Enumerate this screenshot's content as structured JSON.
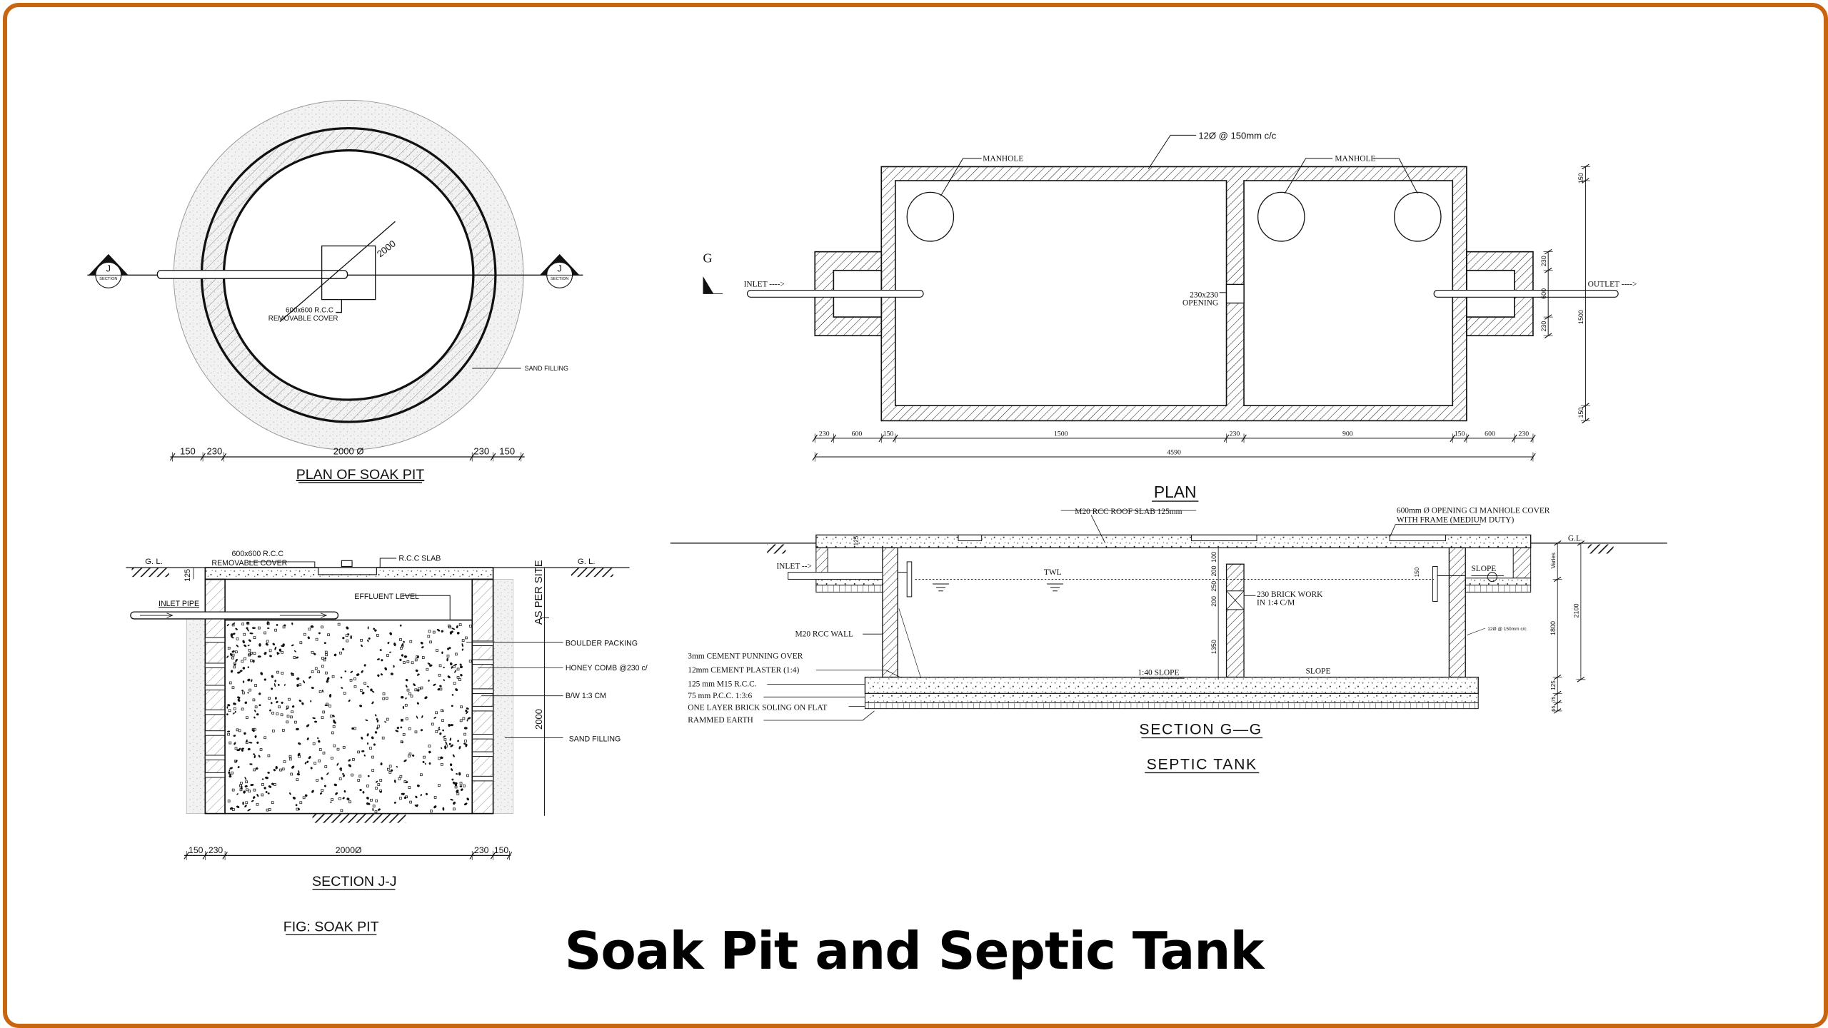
{
  "title": "Soak Pit and Septic Tank",
  "colors": {
    "border": "#c8650f",
    "ink": "#111111"
  },
  "soak_plan": {
    "section_mark": "J",
    "section_word": "SECTION",
    "diameter": "2000",
    "cover": [
      "600x600 R.C.C",
      "REMOVABLE COVER"
    ],
    "sand": "SAND FILLING",
    "dims": [
      "150",
      "230",
      "2000 Ø",
      "230",
      "150"
    ],
    "title": "PLAN OF SOAK PIT"
  },
  "soak_section": {
    "gl": "G. L.",
    "cover": [
      "600x600 R.C.C",
      "REMOVABLE COVER"
    ],
    "slab": "R.C.C SLAB",
    "slab_dim": "125",
    "effluent": "EFFLUENT LEVEL",
    "inlet": "INLET PIPE",
    "as_per_site": "AS PER SITE",
    "depth": "2000",
    "labels": [
      "BOULDER PACKING",
      "HONEY COMB @230 c/",
      "B/W 1:3 CM",
      "SAND FILLING"
    ],
    "dims": [
      "150",
      "230",
      "2000Ø",
      "230",
      "150"
    ],
    "title": "SECTION J-J",
    "fig": "FIG: SOAK PIT"
  },
  "tank_plan": {
    "rebar": "12Ø @ 150mm c/c",
    "manhole1": "MANHOLE",
    "manhole2": "MANHOLE",
    "g": "G",
    "inlet": "INLET ---->",
    "outlet": "OUTLET ---->",
    "opening": [
      "230x230",
      "OPENING"
    ],
    "dims": [
      "230",
      "600",
      "150",
      "1500",
      "230",
      "900",
      "150",
      "600",
      "230"
    ],
    "total": "4590",
    "vdims": [
      "150",
      "1500",
      "150"
    ],
    "vdims2": [
      "230",
      "600",
      "230"
    ],
    "title": "PLAN"
  },
  "tank_section": {
    "roof": "M20 RCC ROOF SLAB 125mm",
    "cover": [
      "600mm Ø OPENING CI MANHOLE COVER",
      "WITH FRAME (MEDIUM DUTY)"
    ],
    "gl": "G.L.",
    "inlet": "INLET -->",
    "twl": "TWL",
    "slope": "SLOPE",
    "slope2": "SLOPE",
    "slope140": "1:40 SLOPE",
    "brick": [
      "230 BRICK WORK",
      "IN 1:4 C/M"
    ],
    "wall": "M20 RCC WALL",
    "rebar": "12Ø @ 150mm c/c",
    "layers": [
      "3mm CEMENT PUNNING OVER",
      "12mm CEMENT PLASTER (1:4)",
      "125 mm M15 R.C.C.",
      "75 mm P.C.C. 1:3:6",
      "ONE LAYER BRICK SOLING ON FLAT",
      "RAMMED EARTH"
    ],
    "inner_dims": [
      "100",
      "200",
      "250",
      "200",
      "1350"
    ],
    "right_dims": [
      "Varies",
      "1800",
      "125",
      "55",
      "75",
      "2100",
      "150",
      "125"
    ],
    "title": "SECTION G—G",
    "subtitle": "SEPTIC TANK"
  }
}
